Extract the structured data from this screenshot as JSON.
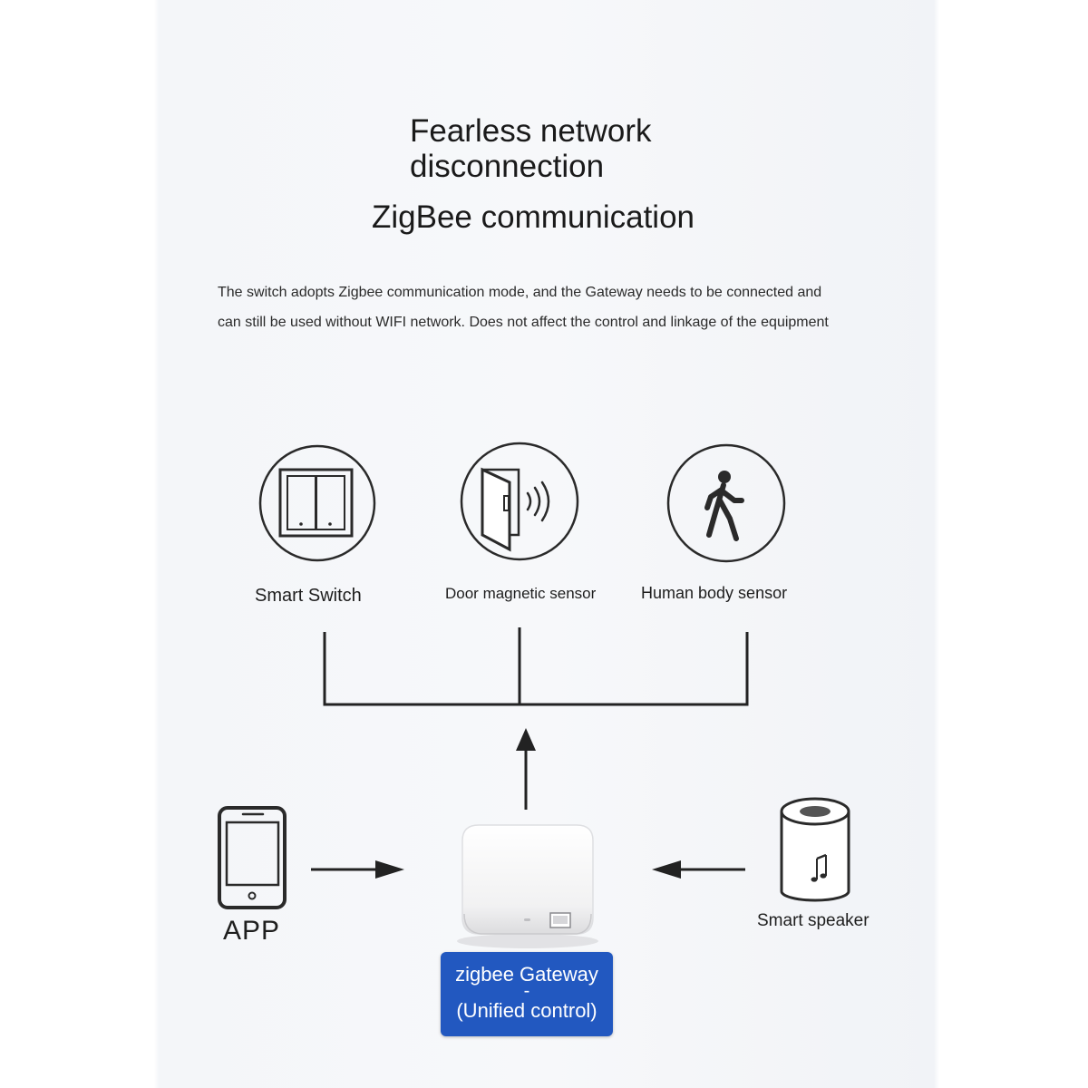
{
  "header": {
    "title_line1": "Fearless network",
    "title_line2": "disconnection",
    "subtitle": "ZigBee communication",
    "description_line1": "The switch adopts Zigbee communication mode, and the Gateway needs to be connected and",
    "description_line2": "can still be used without WIFI network. Does not affect the control and linkage of the equipment"
  },
  "devices": [
    {
      "label": "Smart Switch",
      "icon": "light-switch-icon"
    },
    {
      "label": "Door magnetic sensor",
      "icon": "door-sensor-icon"
    },
    {
      "label": "Human body sensor",
      "icon": "walking-person-icon"
    }
  ],
  "controllers": {
    "app_label": "APP",
    "app_icon": "smartphone-icon",
    "speaker_label": "Smart speaker",
    "speaker_icon": "speaker-icon"
  },
  "gateway": {
    "label_line1": "zigbee Gateway",
    "label_dash": "-",
    "label_line2": "(Unified control)",
    "icon": "zigbee-hub-icon",
    "badge_color": "#2258c0"
  }
}
